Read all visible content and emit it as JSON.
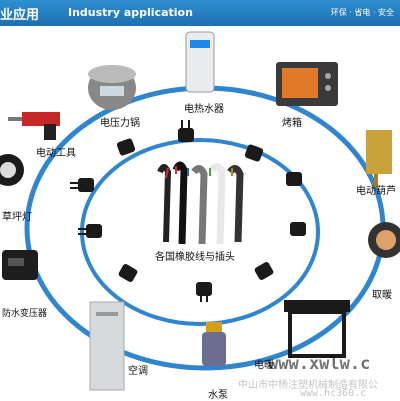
{
  "header": {
    "title_zh": "业应用",
    "title_en": "Industry application",
    "tags": "环保 · 省电 · 安全"
  },
  "center_label": "各国橡胶线与插头",
  "products": [
    {
      "label": "电压力锅"
    },
    {
      "label": "电热水器"
    },
    {
      "label": "烤箱"
    },
    {
      "label": "电动工具"
    },
    {
      "label": "电动葫芦"
    },
    {
      "label": "草坪灯"
    },
    {
      "label": "取暖"
    },
    {
      "label": "防水变压器"
    },
    {
      "label": "电暖"
    },
    {
      "label": "空调"
    },
    {
      "label": "水泵"
    }
  ],
  "watermark": {
    "url": "www.xwlw.c",
    "company": "中山市中杨注塑机械制造有限公",
    "site": "www.hc360.c"
  },
  "colors": {
    "header": "#1d6fb0",
    "ring": "#2f86cf"
  }
}
